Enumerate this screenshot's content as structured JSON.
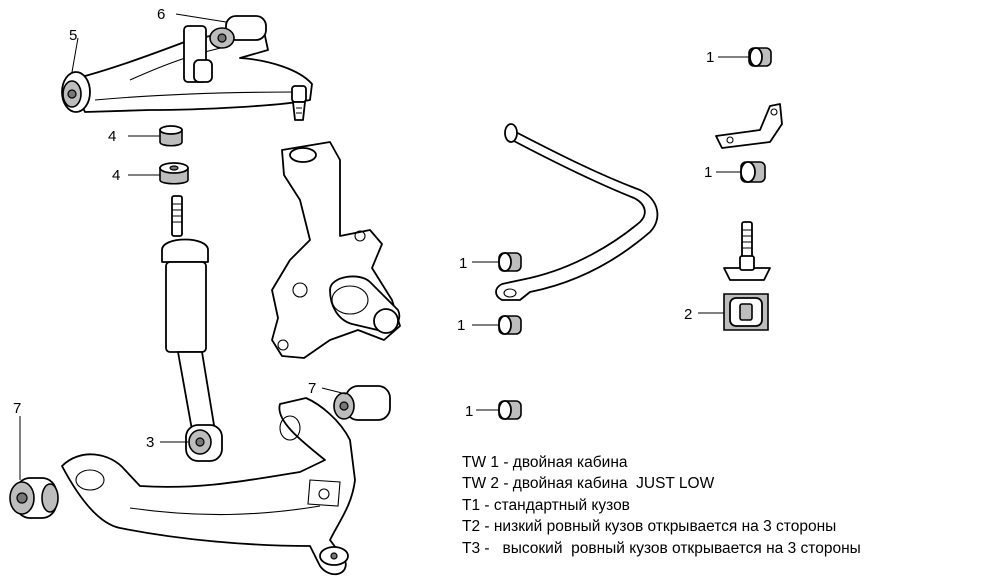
{
  "callouts": {
    "upper_arm_pivot": "6",
    "upper_arm": "5",
    "upper_bushing_a": "4",
    "upper_bushing_b": "4",
    "shock_eye": "3",
    "lower_arm_bushing_rear": "7",
    "lower_arm_bushing_front": "7",
    "stab_bushing_top": "1",
    "stab_bushing_bracket": "1",
    "stab_bushing_left_a": "1",
    "stab_bushing_left_b": "1",
    "stab_bushing_left_c": "1",
    "stab_link_bushing": "2"
  },
  "legend": [
    "TW 1 - двойная кабина",
    "TW 2 - двойная кабина  JUST LOW",
    "T1 - стандартный кузов",
    "T2 - низкий ровный кузов открывается на 3 стороны",
    "T3 -   высокий  ровный кузов открывается на 3 стороны"
  ]
}
